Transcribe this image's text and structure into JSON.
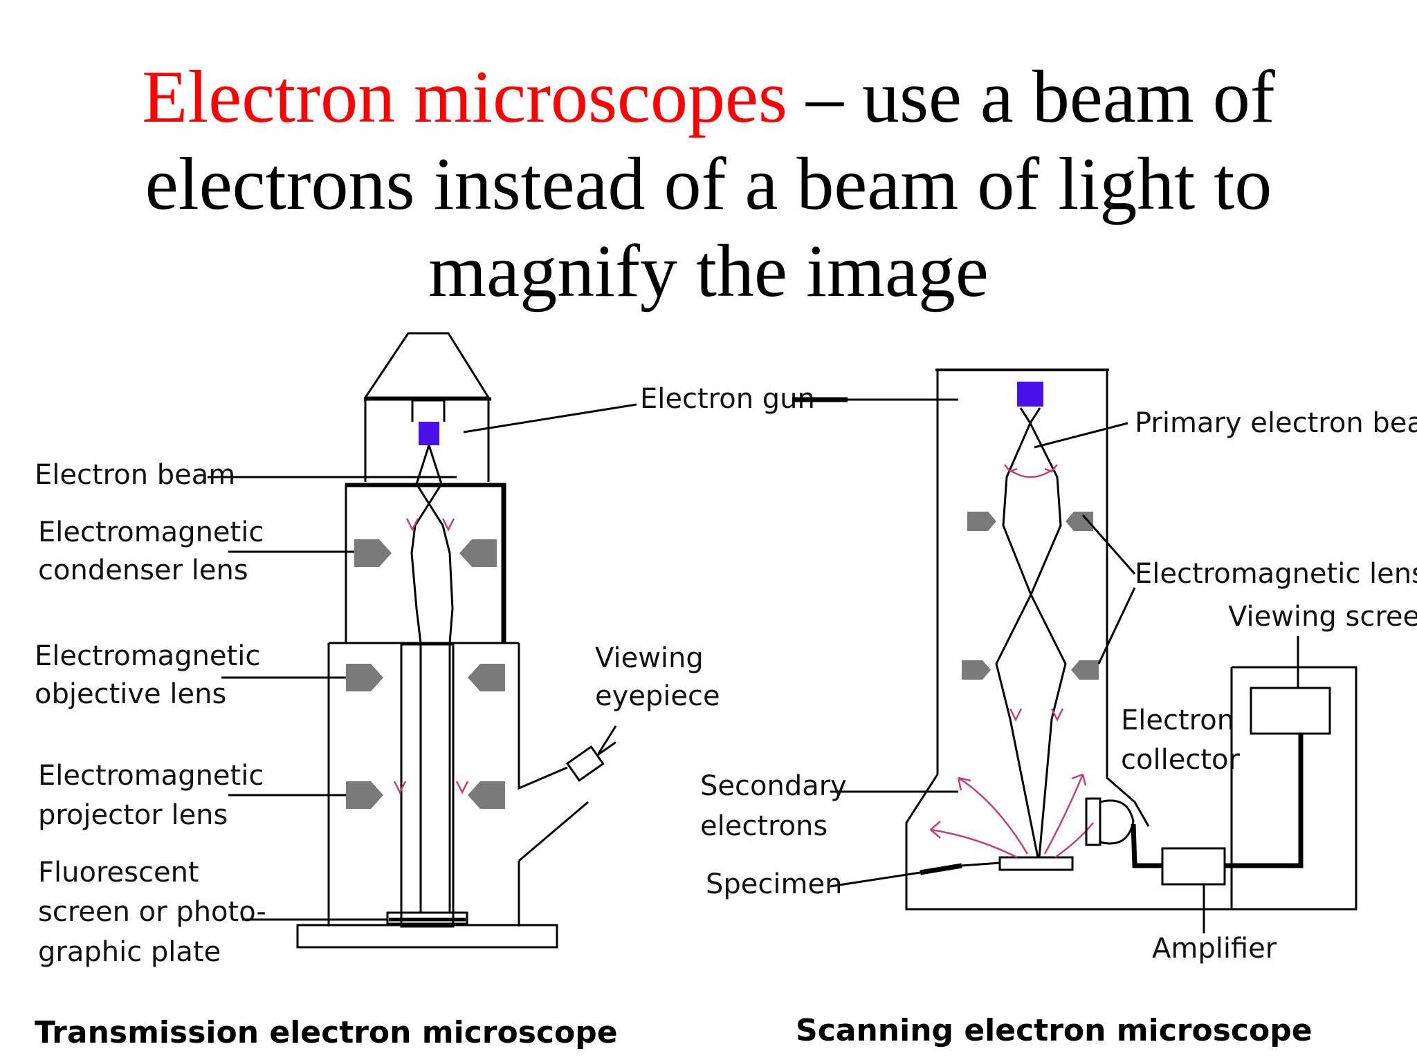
{
  "title": {
    "highlight": "Electron microscopes",
    "line1_rest": " – use a beam of",
    "line2": "electrons instead of a beam of light to",
    "line3": "magnify the image"
  },
  "colors": {
    "highlight": "#ff0000",
    "gun": "#4a10e8",
    "lens": "#7a7a7a",
    "arrows": "#c0407a"
  },
  "tem": {
    "caption": "Transmission electron microscope",
    "electron_beam": "Electron beam",
    "condenser_1": "Electromagnetic",
    "condenser_2": "condenser lens",
    "objective_1": "Electromagnetic",
    "objective_2": "objective lens",
    "projector_1": "Electromagnetic",
    "projector_2": "projector lens",
    "screen_1": "Fluorescent",
    "screen_2": "screen or photo-",
    "screen_3": "graphic plate",
    "eyepiece_1": "Viewing",
    "eyepiece_2": "eyepiece"
  },
  "shared": {
    "electron_gun": "Electron gun"
  },
  "sem": {
    "caption": "Scanning electron microscope",
    "primary_beam": "Primary electron beam",
    "lenses": "Electromagnetic lenses",
    "viewing_screen": "Viewing screen",
    "collector_1": "Electron",
    "collector_2": "collector",
    "secondary_1": "Secondary",
    "secondary_2": "electrons",
    "specimen": "Specimen",
    "amplifier": "Amplifier"
  }
}
